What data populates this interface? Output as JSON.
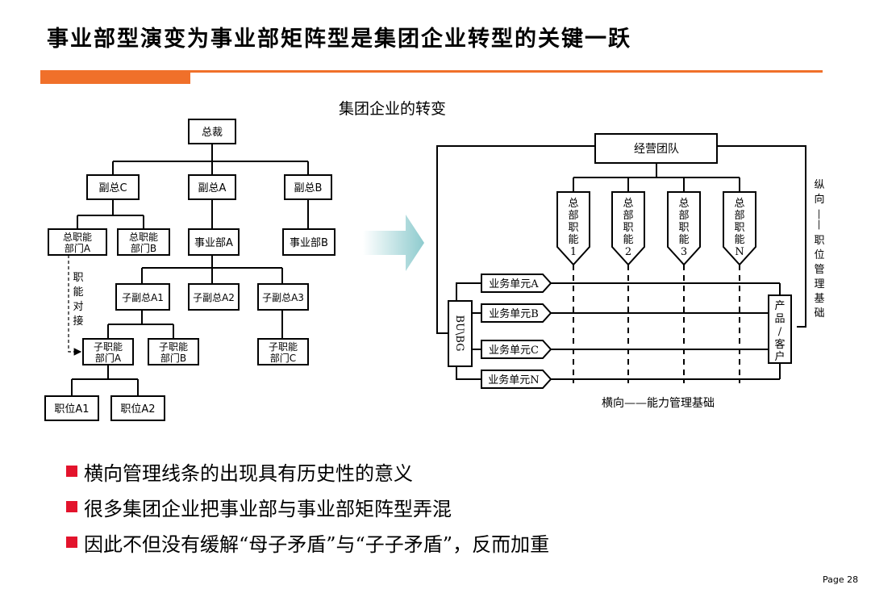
{
  "title": "事业部型演变为事业部矩阵型是集团企业转型的关键一跃",
  "subtitle": "集团企业的转变",
  "left_chart": {
    "ceo": "总裁",
    "vp_c": "副总C",
    "vp_a": "副总A",
    "vp_b": "副总B",
    "func_dept_a": [
      "总职能",
      "部门A"
    ],
    "func_dept_b": [
      "总职能",
      "部门B"
    ],
    "bu_a": "事业部A",
    "bu_b": "事业部B",
    "sub_vp_a1": "子副总A1",
    "sub_vp_a2": "子副总A2",
    "sub_vp_a3": "子副总A3",
    "sub_func_a": [
      "子职能",
      "部门A"
    ],
    "sub_func_b": [
      "子职能",
      "部门B"
    ],
    "sub_func_c": [
      "子职能",
      "部门C"
    ],
    "position_a1": "职位A1",
    "position_a2": "职位A2",
    "docking": [
      "职",
      "能",
      "对",
      "接"
    ]
  },
  "right_chart": {
    "mgmt_team": "经营团队",
    "functions": [
      [
        "总",
        "部",
        "职",
        "能",
        "1"
      ],
      [
        "总",
        "部",
        "职",
        "能",
        "2"
      ],
      [
        "总",
        "部",
        "职",
        "能",
        "3"
      ],
      [
        "总",
        "部",
        "职",
        "能",
        "N"
      ]
    ],
    "bu_bg": "BU\\BG",
    "units": [
      "业务单元A",
      "业务单元B",
      "业务单元C",
      "业务单元N"
    ],
    "product_customer": [
      "产",
      "品",
      "/",
      "客",
      "户"
    ],
    "vertical_label": [
      "纵",
      "向",
      "——",
      "职",
      "位",
      "管",
      "理",
      "基",
      "础"
    ],
    "horizontal_label": "横向——能力管理基础"
  },
  "bullets": [
    "横向管理线条的出现具有历史性的意义",
    "很多集团企业把事业部与事业部矩阵型弄混",
    "因此不但没有缓解“母子矛盾”与“子子矛盾”，反而加重"
  ],
  "page_label": "Page 28",
  "colors": {
    "accent": "#f0702a",
    "bullet": "#e3132c",
    "arrow": "#9fd0d2"
  }
}
